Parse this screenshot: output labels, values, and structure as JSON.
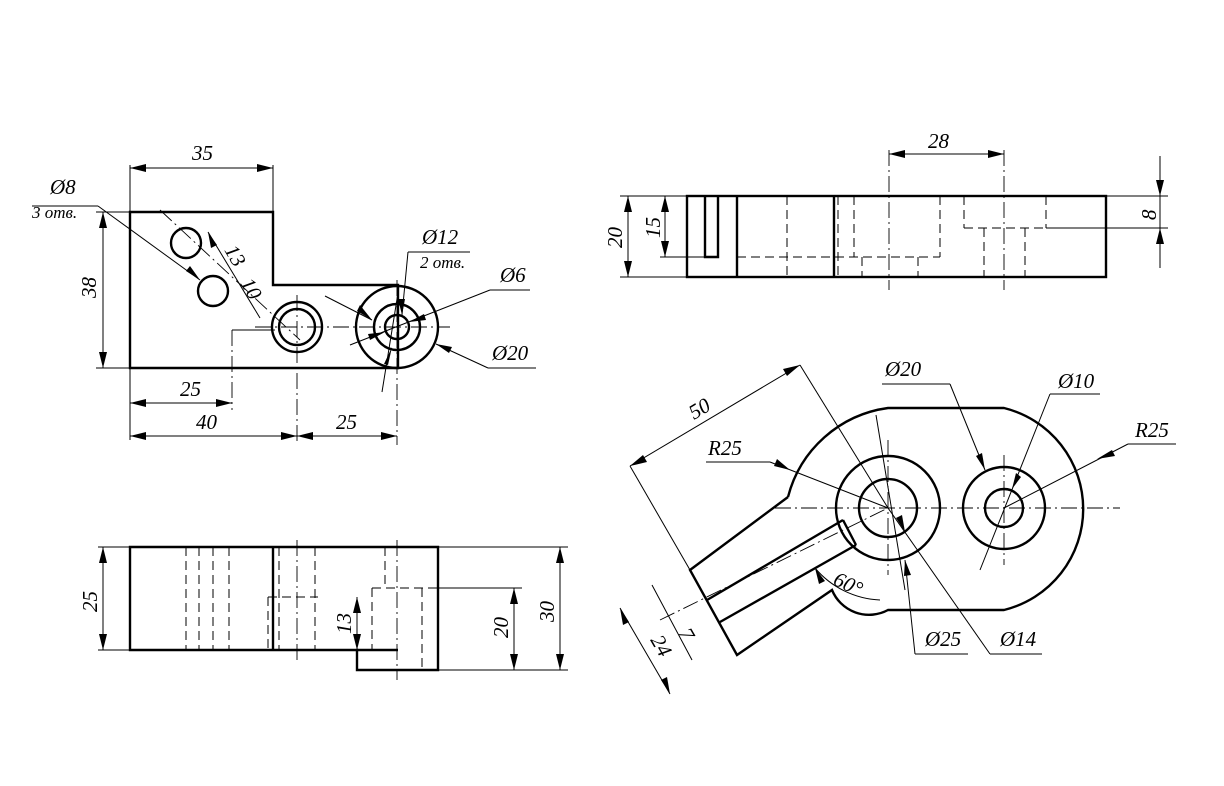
{
  "front_view": {
    "width_top": "35",
    "height_left": "38",
    "hole_dia": "Ø8",
    "hole_count": "3 отв.",
    "spacing_a": "13",
    "spacing_b": "10",
    "bore_dia": "Ø12",
    "bore_count": "2 отв.",
    "inner_dia": "Ø6",
    "boss_dia": "Ø20",
    "dim_25": "25",
    "dim_40": "40",
    "dim_25b": "25"
  },
  "top_right_view": {
    "dim_28": "28",
    "dim_20": "20",
    "dim_15": "15",
    "dim_8": "8"
  },
  "bottom_left_view": {
    "dim_25": "25",
    "dim_13": "13",
    "dim_20": "20",
    "dim_30": "30"
  },
  "bottom_right_view": {
    "dim_50": "50",
    "r25_left": "R25",
    "dia_20": "Ø20",
    "dia_10": "Ø10",
    "r25_right": "R25",
    "angle_60": "60°",
    "dim_7": "7",
    "dim_24": "24",
    "dia_25": "Ø25",
    "dia_14": "Ø14"
  }
}
